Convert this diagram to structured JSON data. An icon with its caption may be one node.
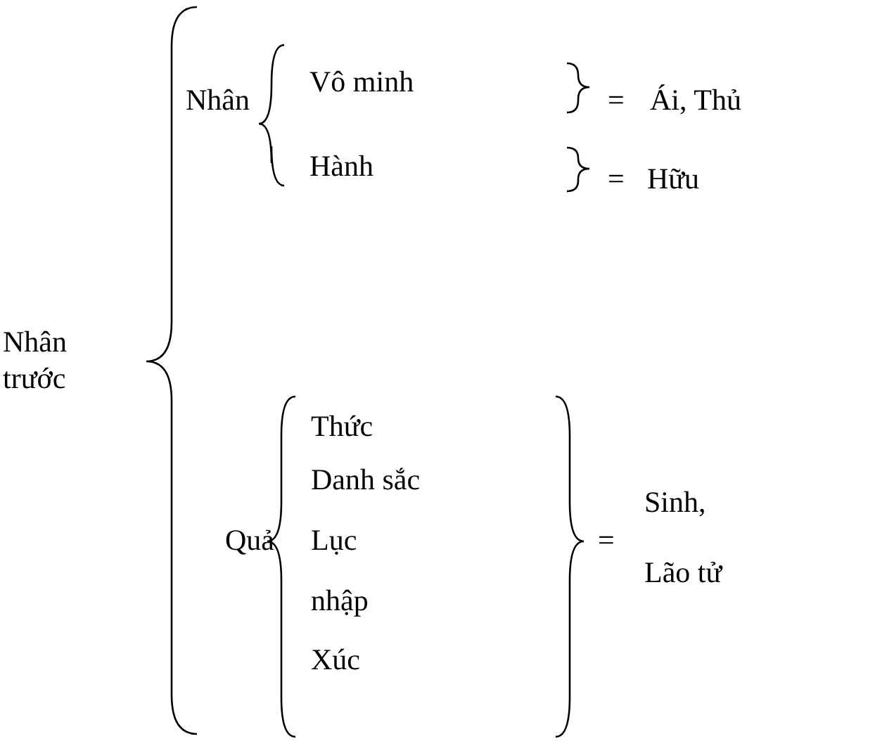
{
  "diagram": {
    "labels": [
      "Nhân trước",
      "Nhân",
      "Vô minh",
      "=",
      "Ái, Thủ",
      "Hành",
      "=",
      "Hữu",
      "Quả",
      "Thức",
      "Danh sắc",
      "Lục",
      "nhập",
      "Xúc",
      "=",
      "Sinh,",
      "Lão tử"
    ]
  }
}
